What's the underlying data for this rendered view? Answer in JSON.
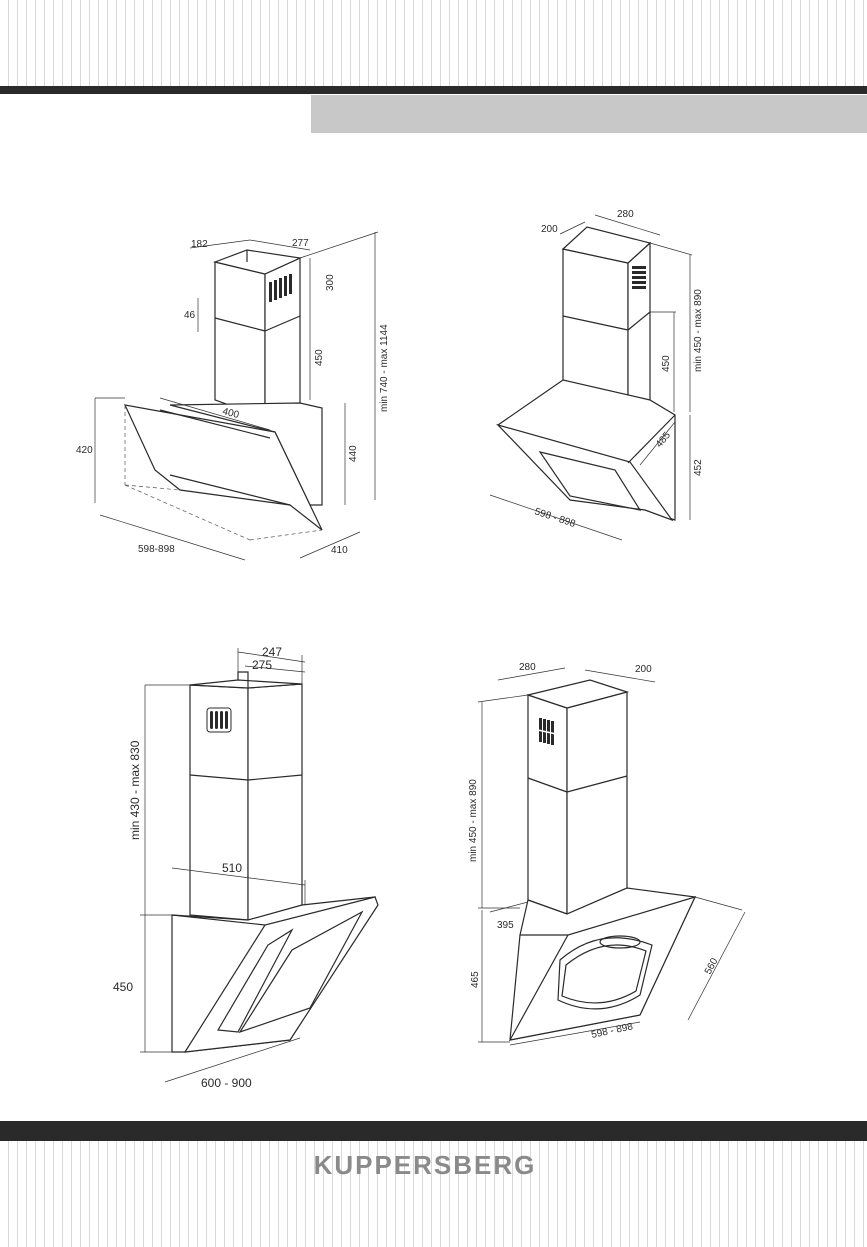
{
  "brand": "KUPPERSBERG",
  "drawing1": {
    "w182": "182",
    "w277": "277",
    "h300": "300",
    "h46": "46",
    "h450": "450",
    "range": "min 740 - max 1144",
    "w400": "400",
    "h420": "420",
    "h440": "440",
    "w598": "598-898",
    "d410": "410"
  },
  "drawing2": {
    "w200": "200",
    "w280": "280",
    "range": "min 450 - max 890",
    "h450": "450",
    "d485": "485",
    "h452": "452",
    "w598": "598 - 898"
  },
  "drawing3": {
    "w247": "247",
    "w275": "275",
    "range": "min 430 - max 830",
    "w510": "510",
    "h450": "450",
    "w600": "600 - 900"
  },
  "drawing4": {
    "w280": "280",
    "w200": "200",
    "range": "min 450 - max 890",
    "d395": "395",
    "h465": "465",
    "d560": "560",
    "w598": "598 - 898"
  }
}
